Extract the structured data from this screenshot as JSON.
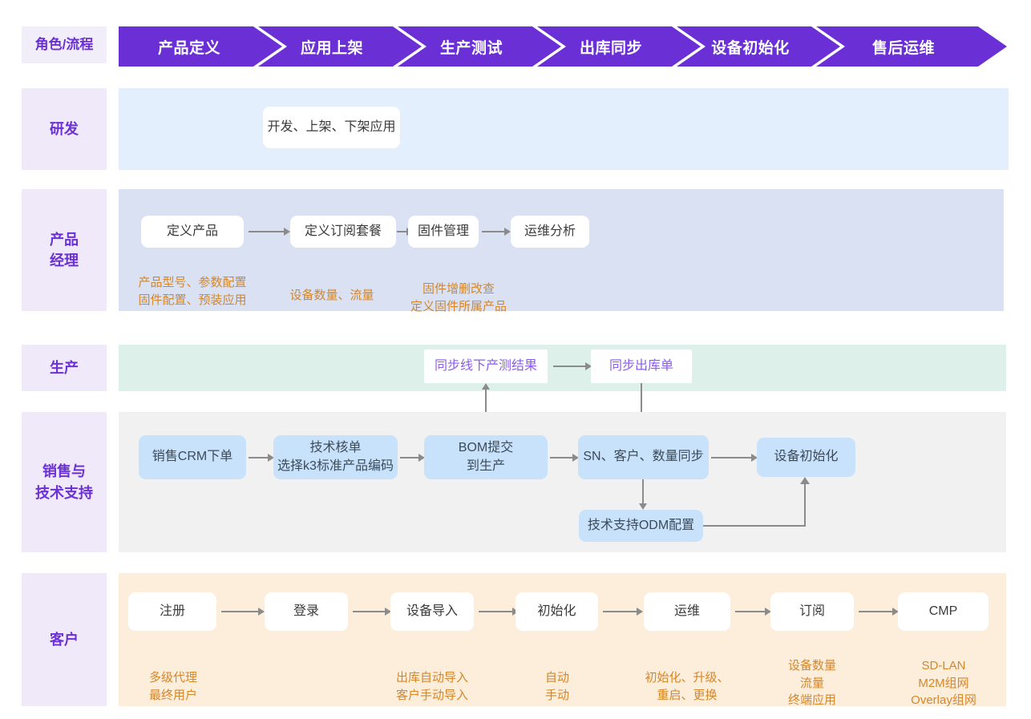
{
  "header": {
    "label": "角色/流程",
    "stages": [
      {
        "name": "产品定义"
      },
      {
        "name": "应用上架"
      },
      {
        "name": "生产测试"
      },
      {
        "name": "出库同步"
      },
      {
        "name": "设备初始化"
      },
      {
        "name": "售后运维"
      }
    ]
  },
  "colors": {
    "stage_purple": "#6b2fd6",
    "lane_label_bg": "#efe9fa",
    "lane_label_text": "#6b30d6",
    "lane_rd_bg": "#e3effc",
    "lane_pm_bg": "#d9e1f2",
    "lane_prod_bg": "#ddf0e9",
    "lane_sales_bg": "#f1f1f1",
    "lane_cust_bg": "#fdeedb",
    "node_blue_bg": "#c8e2fb",
    "note_orange": "#d4862a",
    "node_purple_text": "#8a5cf0",
    "arrow_gray": "#8b8b8b"
  },
  "lanes": [
    {
      "id": "rd",
      "label": "研发",
      "nodes": [
        {
          "id": "rd-1",
          "text": "开发、上架、下架应用"
        }
      ],
      "notes": []
    },
    {
      "id": "pm",
      "label": "产品\n经理",
      "nodes": [
        {
          "id": "pm-1",
          "text": "定义产品"
        },
        {
          "id": "pm-2",
          "text": "定义订阅套餐"
        },
        {
          "id": "pm-3",
          "text": "固件管理"
        },
        {
          "id": "pm-4",
          "text": "运维分析"
        }
      ],
      "notes": [
        {
          "id": "pm-note-1",
          "text": "产品型号、参数配置\n固件配置、预装应用"
        },
        {
          "id": "pm-note-2",
          "text": "设备数量、流量"
        },
        {
          "id": "pm-note-3",
          "text": "固件增删改查\n定义固件所属产品"
        }
      ]
    },
    {
      "id": "prod",
      "label": "生产",
      "nodes": [
        {
          "id": "prod-1",
          "text": "同步线下产测结果"
        },
        {
          "id": "prod-2",
          "text": "同步出库单"
        }
      ],
      "notes": []
    },
    {
      "id": "sales",
      "label": "销售与\n技术支持",
      "nodes": [
        {
          "id": "sales-1",
          "text": "销售CRM下单"
        },
        {
          "id": "sales-2",
          "text": "技术核单\n选择k3标准产品编码"
        },
        {
          "id": "sales-3",
          "text": "BOM提交\n到生产"
        },
        {
          "id": "sales-4",
          "text": "SN、客户、数量同步"
        },
        {
          "id": "sales-5",
          "text": "设备初始化"
        },
        {
          "id": "sales-6",
          "text": "技术支持ODM配置"
        }
      ],
      "notes": []
    },
    {
      "id": "cust",
      "label": "客户",
      "nodes": [
        {
          "id": "cust-1",
          "text": "注册"
        },
        {
          "id": "cust-2",
          "text": "登录"
        },
        {
          "id": "cust-3",
          "text": "设备导入"
        },
        {
          "id": "cust-4",
          "text": "初始化"
        },
        {
          "id": "cust-5",
          "text": "运维"
        },
        {
          "id": "cust-6",
          "text": "订阅"
        },
        {
          "id": "cust-7",
          "text": "CMP"
        }
      ],
      "notes": [
        {
          "id": "cust-note-1",
          "text": "多级代理\n最终用户"
        },
        {
          "id": "cust-note-3",
          "text": "出库自动导入\n客户手动导入"
        },
        {
          "id": "cust-note-4",
          "text": "自动\n手动"
        },
        {
          "id": "cust-note-5",
          "text": "初始化、升级、\n重启、更换"
        },
        {
          "id": "cust-note-6",
          "text": "设备数量\n流量\n终端应用"
        },
        {
          "id": "cust-note-7",
          "text": "SD-LAN\nM2M组网\nOverlay组网"
        }
      ]
    }
  ]
}
